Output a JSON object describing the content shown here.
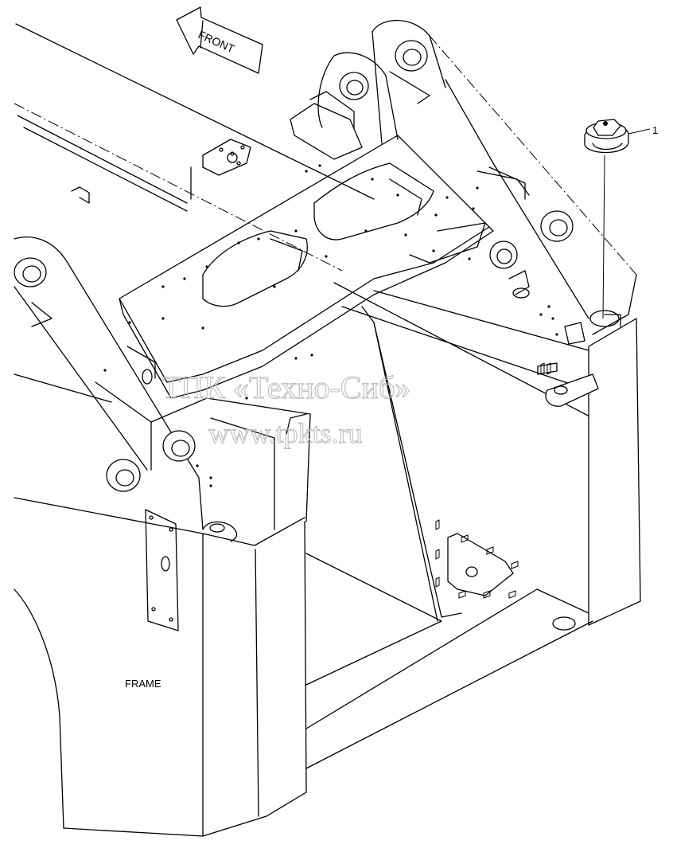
{
  "labels": {
    "front": "FRONT",
    "frame": "FRAME",
    "callout": "1"
  },
  "watermark": {
    "line1": "ТПК «Техно-Сиб»",
    "line2": "www.tpkts.ru"
  },
  "colors": {
    "line": "#000000",
    "background": "#ffffff",
    "watermark": "#bdbdbd"
  }
}
